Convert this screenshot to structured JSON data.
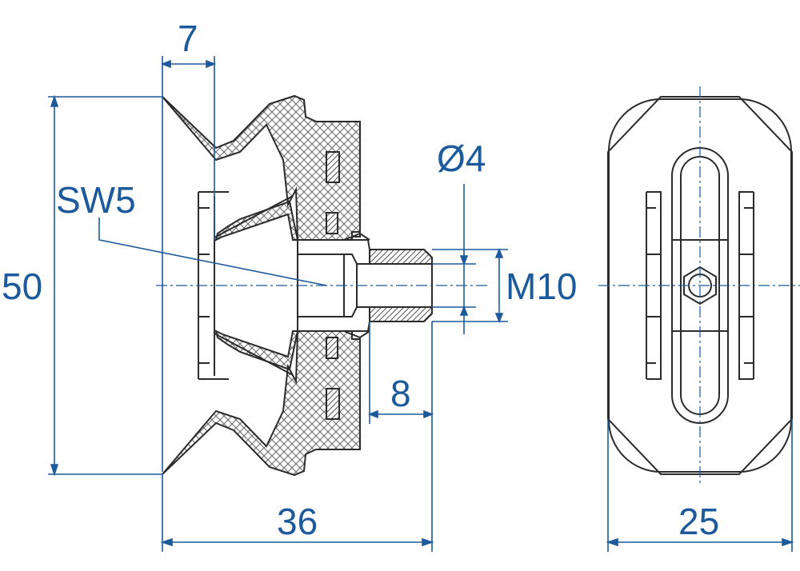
{
  "colors": {
    "dimension": "#1d5a9b",
    "outline": "#2b2b2b",
    "hatch": "#555555",
    "background": "#ffffff"
  },
  "labels": {
    "dim_7": "7",
    "dim_50": "50",
    "dim_sw5": "SW5",
    "dim_phi4": "Ø4",
    "dim_m10": "M10",
    "dim_8": "8",
    "dim_36": "36",
    "dim_25": "25"
  }
}
